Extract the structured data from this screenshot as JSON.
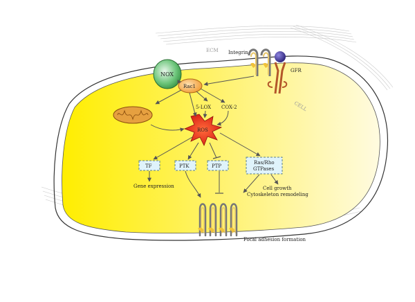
{
  "labels": {
    "ecm": "ECM",
    "cell": "CELL",
    "integrin": "Integrin",
    "gfr": "GFR",
    "nox": "NOX",
    "rac1": "Rac1",
    "lox": "5-LOX",
    "cox2": "COX-2",
    "ros": "ROS",
    "tf": "TF",
    "ptk": "PTK",
    "ptp": "PTP",
    "ras_rho_1": "Ras/Rho",
    "ras_rho_2": "GTPases",
    "gene_expression": "Gene expression",
    "cell_growth": "Cell growth",
    "cytoskeleton": "Cytoskeleton remodeling",
    "focal_adhesion": "Focal adhesion formation"
  },
  "colors": {
    "cytoplasm_left": "#ffee00",
    "cytoplasm_right": "#fffbe0",
    "ros_burst": "#e8291c",
    "nox_green": "#3faa4e",
    "rac1_orange": "#f4a83a",
    "mitochondrion": "#d98a1f",
    "gfr_purple": "#3a2f8f",
    "integrin_brown": "#b3562a"
  },
  "icons": [
    "mitochondrion-icon",
    "integrin-receptor-icon",
    "growth-factor-receptor-icon",
    "focal-adhesion-integrin-icon"
  ]
}
